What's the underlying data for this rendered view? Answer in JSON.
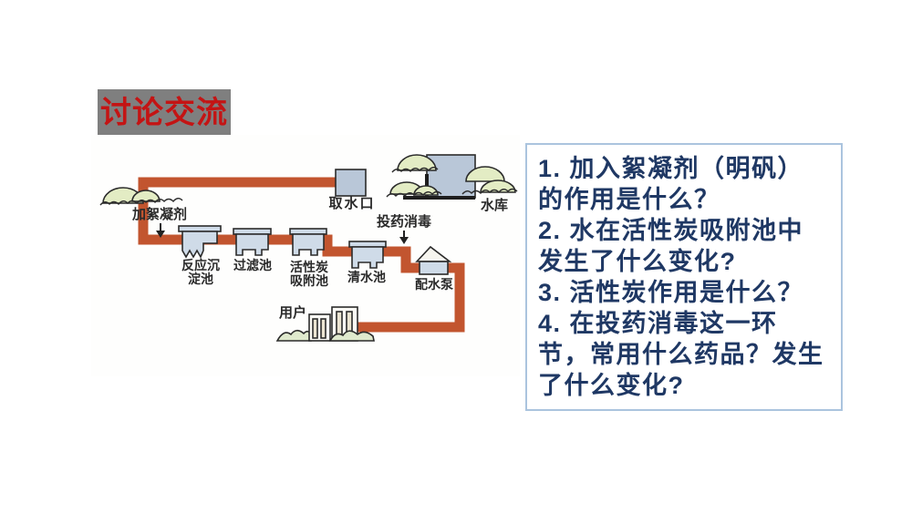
{
  "title": {
    "text": "讨论交流"
  },
  "theme": {
    "title_bg": "#7f7f7f",
    "title_text": "#c41414",
    "pipe": "#c2552f",
    "tank_fill": "#cfdbe8",
    "water_fill": "#b9c7d8",
    "hill_fill": "#e3ecc4",
    "ground_fill": "#dfe9cd",
    "outline": "#2b2b2b",
    "question_text": "#1f3864",
    "question_border": "#abc4de"
  },
  "diagram": {
    "labels": {
      "add_flocculant": "加絮凝剂",
      "intake": "取水口",
      "reservoir": "水库",
      "dosing": "投药消毒",
      "reaction_tank": "反应沉\n淀池",
      "filter_tank": "过滤池",
      "carbon_tank": "活性炭\n吸附池",
      "clear_tank": "清水池",
      "pump": "配水泵",
      "users": "用户"
    }
  },
  "questions": {
    "lines": [
      "1. 加入絮凝剂（明矾）",
      "的作用是什么？",
      "2. 水在活性炭吸附池中",
      "发生了什么变化?",
      "3. 活性炭作用是什么？",
      "4. 在投药消毒这一环",
      "节，常用什么药品？发生",
      "了什么变化?"
    ]
  }
}
